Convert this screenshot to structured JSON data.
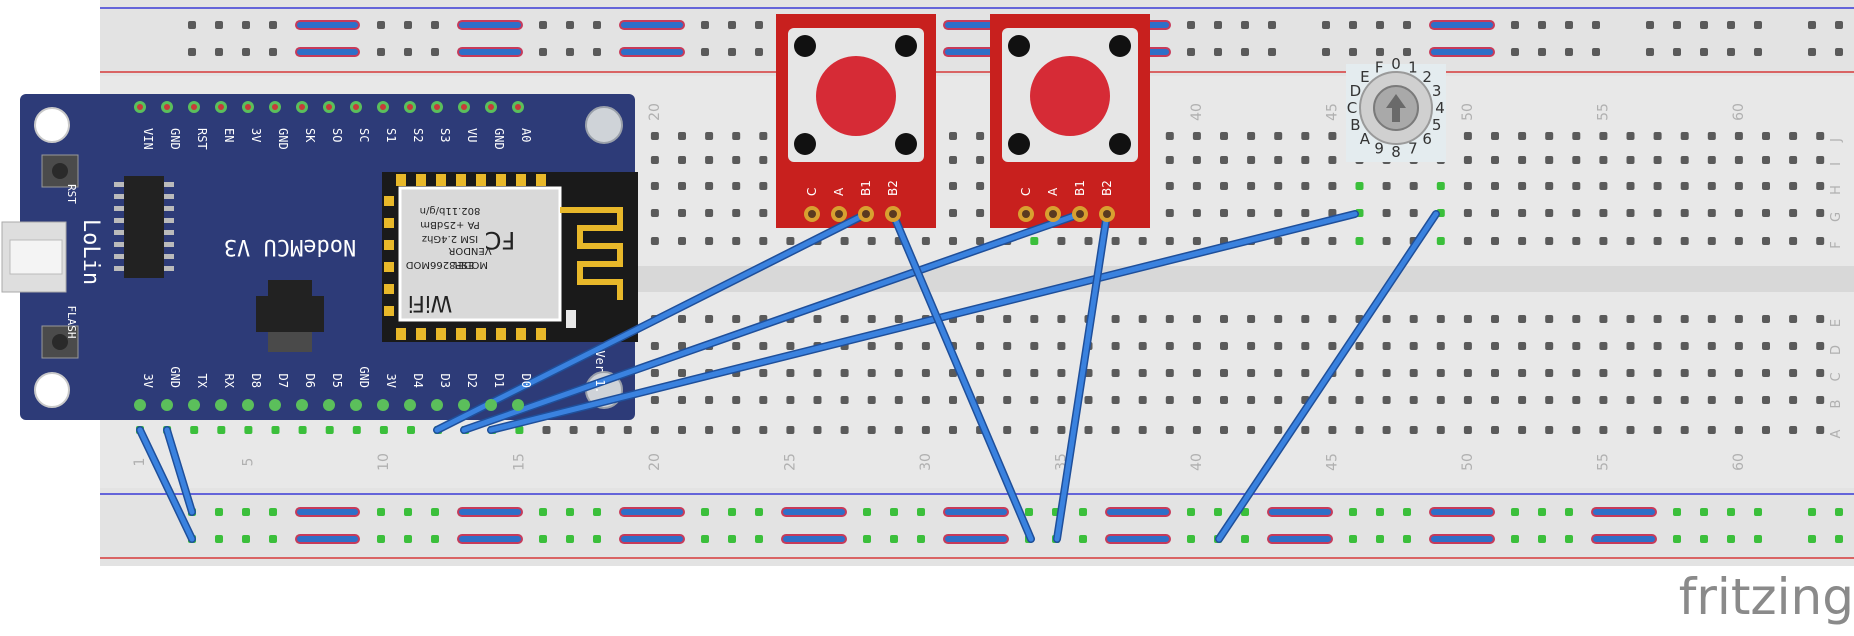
{
  "watermark": "fritzing",
  "breadboard": {
    "column_numbers": [
      "1",
      "5",
      "10",
      "15",
      "20",
      "25",
      "30",
      "35",
      "40",
      "45",
      "50",
      "55",
      "60"
    ],
    "rows_top": [
      "J",
      "I",
      "H",
      "G",
      "F"
    ],
    "rows_bottom": [
      "E",
      "D",
      "C",
      "B",
      "A"
    ]
  },
  "nodemcu": {
    "title": "NodeMCU V3",
    "brand": "LoLin",
    "version_label": "Ver 1.",
    "top_pins": [
      "VIN",
      "GND",
      "RST",
      "EN",
      "3V",
      "GND",
      "SK",
      "SO",
      "SC",
      "S1",
      "S2",
      "S3",
      "VU",
      "GND",
      "A0"
    ],
    "bottom_pins": [
      "3V",
      "GND",
      "TX",
      "RX",
      "D8",
      "D7",
      "D6",
      "D5",
      "GND",
      "3V",
      "D4",
      "D3",
      "D2",
      "D1",
      "D0"
    ],
    "button_rst": "RST",
    "button_flash": "FLASH",
    "esp_module": {
      "lines": [
        "ESP8266MOD",
        "VENDOR",
        "MODEL",
        "ISM 2.4Ghz",
        "PA +25dBm",
        "802.11b/g/n"
      ],
      "wifi": "WiFi",
      "fcc": "FC"
    }
  },
  "buttons": [
    {
      "pins": [
        "C",
        "A",
        "B1",
        "B2"
      ]
    },
    {
      "pins": [
        "C",
        "A",
        "B1",
        "B2"
      ]
    }
  ],
  "rotary_switch": {
    "digits": "0123456789ABCDEF"
  },
  "colors": {
    "board": "#e6e6e6",
    "rail_red": "#d63a3a",
    "rail_blue": "#3a3ad6",
    "wire": "#2f6fc8",
    "nodemcu": "#2d3b78",
    "button_pcb": "#c8201e",
    "button_cap": "#d62b36",
    "active_hole": "#50c850"
  }
}
